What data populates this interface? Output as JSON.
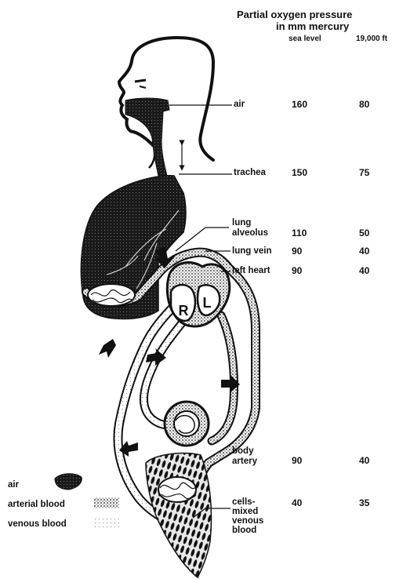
{
  "header": {
    "title_line1": "Partial oxygen pressure",
    "title_line2": "in mm mercury",
    "col_sea_level": "sea level",
    "col_altitude": "19,000 ft"
  },
  "rows": [
    {
      "label": "air",
      "sea_level": "160",
      "altitude": "80"
    },
    {
      "label": "trachea",
      "sea_level": "150",
      "altitude": "75"
    },
    {
      "label": "lung alveolus",
      "label_line1": "lung",
      "label_line2": "alveolus",
      "sea_level": "110",
      "altitude": "50"
    },
    {
      "label": "lung vein",
      "sea_level": "90",
      "altitude": "40"
    },
    {
      "label": "left heart",
      "sea_level": "90",
      "altitude": "40"
    },
    {
      "label": "body artery",
      "label_line1": "body",
      "label_line2": "artery",
      "sea_level": "90",
      "altitude": "40"
    },
    {
      "label": "cells-mixed venous blood",
      "label_line1": "cells-",
      "label_line2": "mixed",
      "label_line3": "venous",
      "label_line4": "blood",
      "sea_level": "40",
      "altitude": "35"
    }
  ],
  "heart_labels": {
    "right": "R",
    "left": "L"
  },
  "legend": {
    "air": "air",
    "arterial_blood": "arterial blood",
    "venous_blood": "venous blood"
  },
  "colors": {
    "ink": "#111111",
    "paper": "#ffffff"
  }
}
